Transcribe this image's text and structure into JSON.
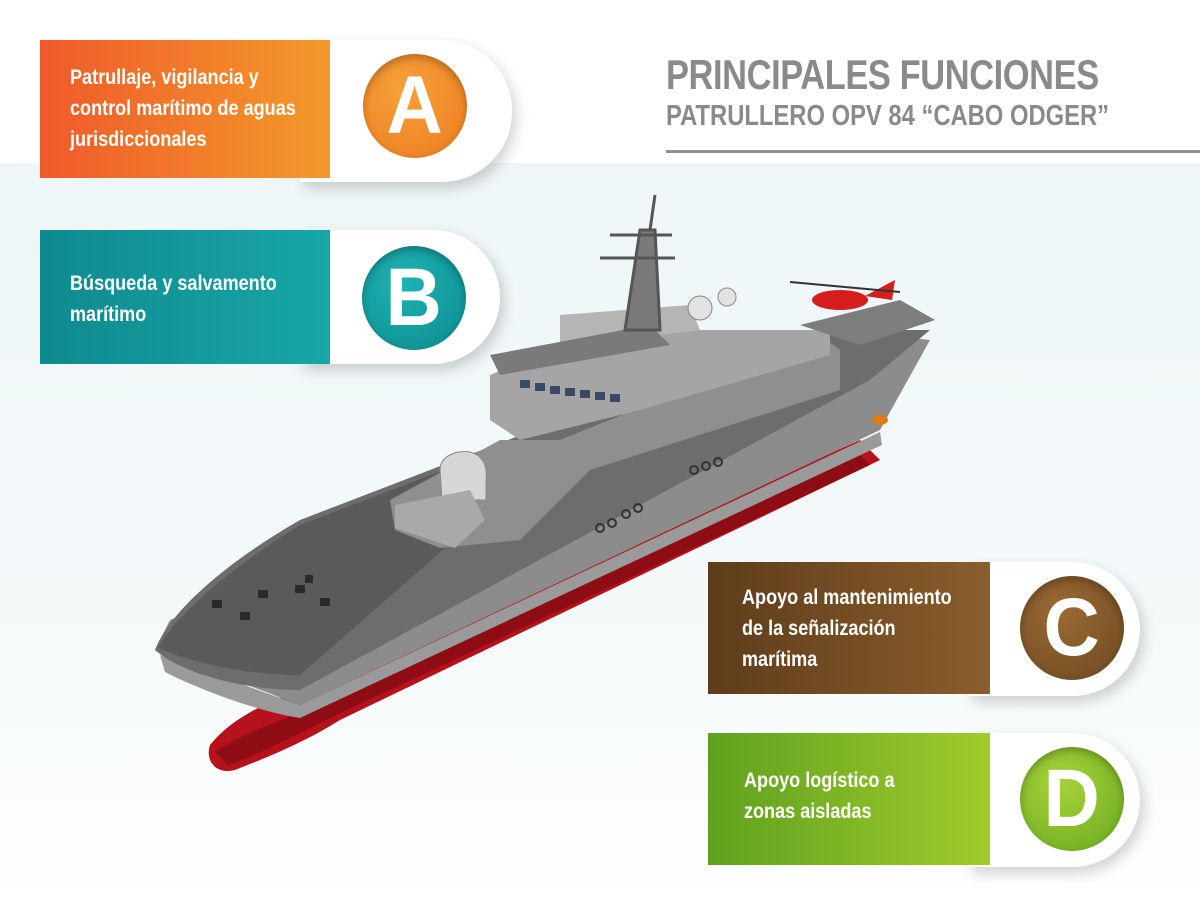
{
  "title": {
    "line1": "PRINCIPALES FUNCIONES",
    "line2": "PATRULLERO OPV 84 “CABO ODGER”"
  },
  "cards": [
    {
      "letter": "A",
      "lines": [
        "Patrullaje, vigilancia y",
        "control marítimo de aguas",
        "jurisdiccionales"
      ],
      "color": "#ef6b2b",
      "color2": "#f39a2a"
    },
    {
      "letter": "B",
      "lines": [
        "Búsqueda y salvamento",
        "marítimo"
      ],
      "color": "#0f8f95",
      "color2": "#16a3a3"
    },
    {
      "letter": "C",
      "lines": [
        "Apoyo al mantenimiento",
        "de la señalización",
        "marítima"
      ],
      "color": "#6e4a22",
      "color2": "#8a5c2a"
    },
    {
      "letter": "D",
      "lines": [
        "Apoyo logístico a",
        "zonas aisladas"
      ],
      "color": "#6aa81f",
      "color2": "#9cc92a"
    }
  ],
  "colors": {
    "hull_red": "#b5121b",
    "hull_grey": "#8b8b8b",
    "title_grey": "#8a8a8a"
  }
}
